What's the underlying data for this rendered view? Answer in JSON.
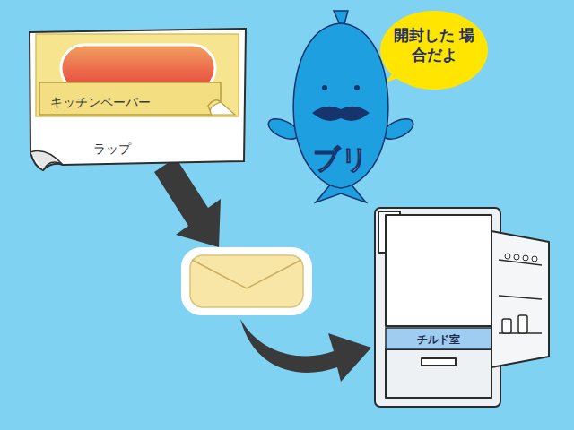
{
  "diagram": {
    "nodes": [
      {
        "text": [
          "ラップ"
        ]
      },
      {
        "text": [
          "キッチンペーパー"
        ],
        "in": 0
      },
      {
        "text": [
          "開封した 場合だよ"
        ]
      },
      {
        "text": [
          "ブリ"
        ]
      },
      {
        "text": [
          "チルド室"
        ]
      }
    ]
  }
}
